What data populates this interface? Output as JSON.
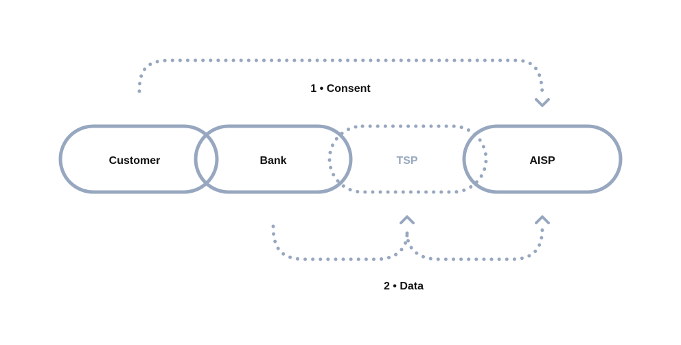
{
  "nodes": {
    "customer": "Customer",
    "bank": "Bank",
    "tsp": "TSP",
    "aisp": "AISP"
  },
  "flows": {
    "consent": "1 • Consent",
    "data": "2 • Data"
  },
  "colors": {
    "stroke": "#97a7bf",
    "text": "#111111",
    "muted_text": "#97a7bf",
    "background": "#ffffff"
  }
}
